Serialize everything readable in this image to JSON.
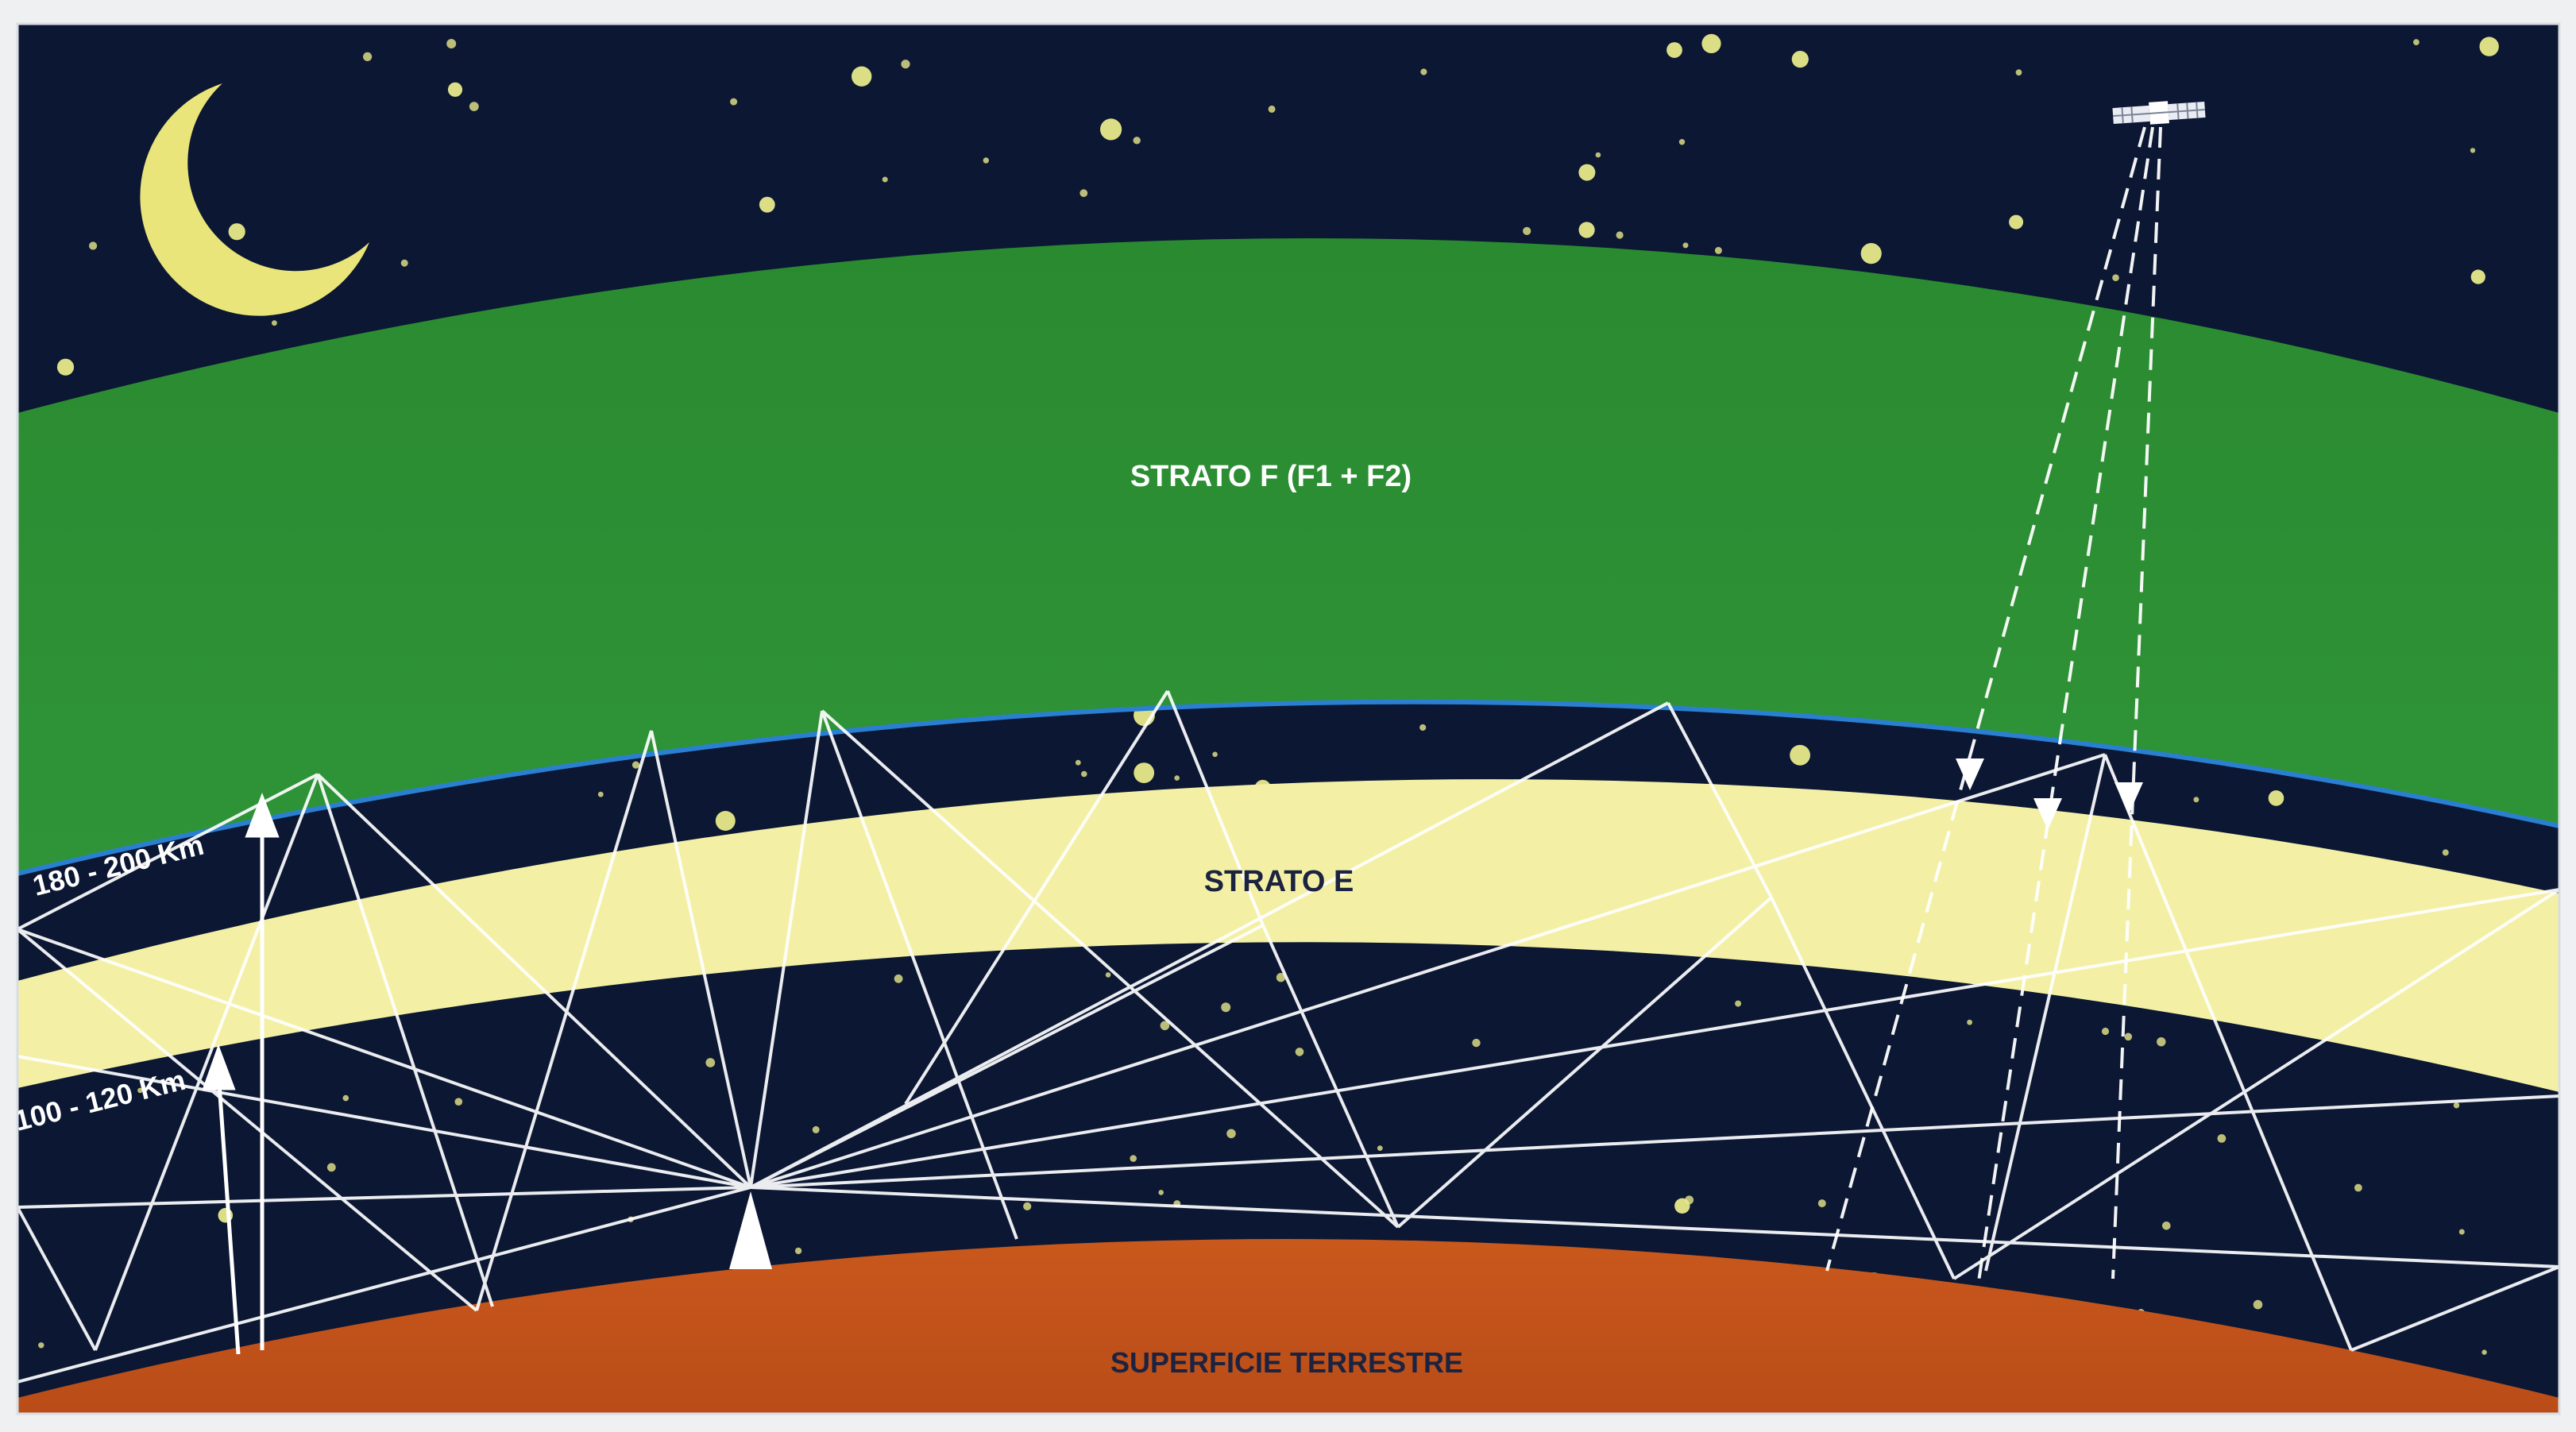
{
  "layers": {
    "f_layer": "STRATO F (F1 + F2)",
    "e_layer": "STRATO E",
    "surface": "SUPERFICIE TERRESTRE"
  },
  "altitudes": {
    "upper": "180 - 200 Km",
    "lower": "100 - 120 Km"
  },
  "colors": {
    "frame": "#eef0f2",
    "night_sky": "#0b1733",
    "f_layer": "#2e8a34",
    "f_layer_border": "#2a7fd0",
    "e_layer": "#f3f0a6",
    "surface": "#c1531d",
    "moon": "#e9e57a",
    "star": "#e8e98a",
    "rays": "#ffffff",
    "label_light": "#ffffff",
    "label_dark": "#1b2340"
  },
  "icons": {
    "moon": "crescent-moon-icon",
    "satellite": "satellite-icon",
    "antenna": "antenna-icon"
  }
}
